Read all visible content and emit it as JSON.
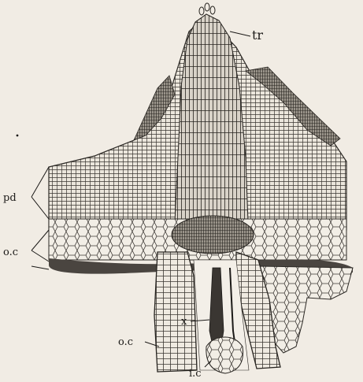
{
  "figure": {
    "labels": {
      "tr": "tr",
      "pd": "pd",
      "oc_upper": "o.c",
      "oc_lower": "o.c",
      "x": "x",
      "ic": "i.c"
    },
    "colors": {
      "paper": "#f1ece4",
      "ink": "#1c1a18",
      "tissue_light": "#ece7de",
      "tissue_mid": "#cdc7bc",
      "tissue_dark": "#4a4540"
    }
  }
}
